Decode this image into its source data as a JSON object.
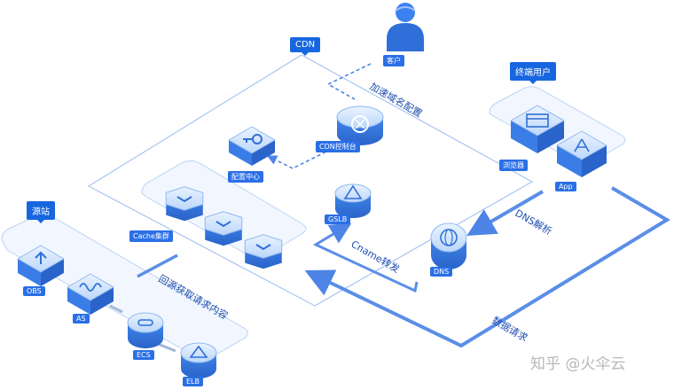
{
  "zones": {
    "cdn": "CDN",
    "origin": "源站",
    "end_user": "终端用户"
  },
  "nodes": {
    "customer": "客户",
    "cdn_console": "CDN控制台",
    "config_center": "配置中心",
    "cache_cluster": "Cache集群",
    "gslb": "GSLB",
    "dns": "DNS",
    "browser": "浏览器",
    "app": "App",
    "obs": "OBS",
    "as": "AS",
    "ecs": "ECS",
    "elb": "ELB"
  },
  "flows": {
    "domain_config": "加速域名配置",
    "cname": "Cname转发",
    "dns_resolve": "DNS解析",
    "data_request": "数据请求",
    "origin_fetch": "回源获取请求内容"
  },
  "watermark": "知乎 @火伞云",
  "colors": {
    "primary": "#1766e0",
    "node_light": "#d7e7fb",
    "node_mid": "#6da6ee",
    "line": "#5b8ee8",
    "zone_border": "#a9c6ef"
  },
  "icons": [
    "user-icon",
    "cloud-cube-icon",
    "key-icon",
    "hexagon-icon",
    "sail-icon",
    "globe-icon",
    "browser-window-icon",
    "app-icon",
    "upload-cloud-icon",
    "wave-icon",
    "chain-icon"
  ]
}
